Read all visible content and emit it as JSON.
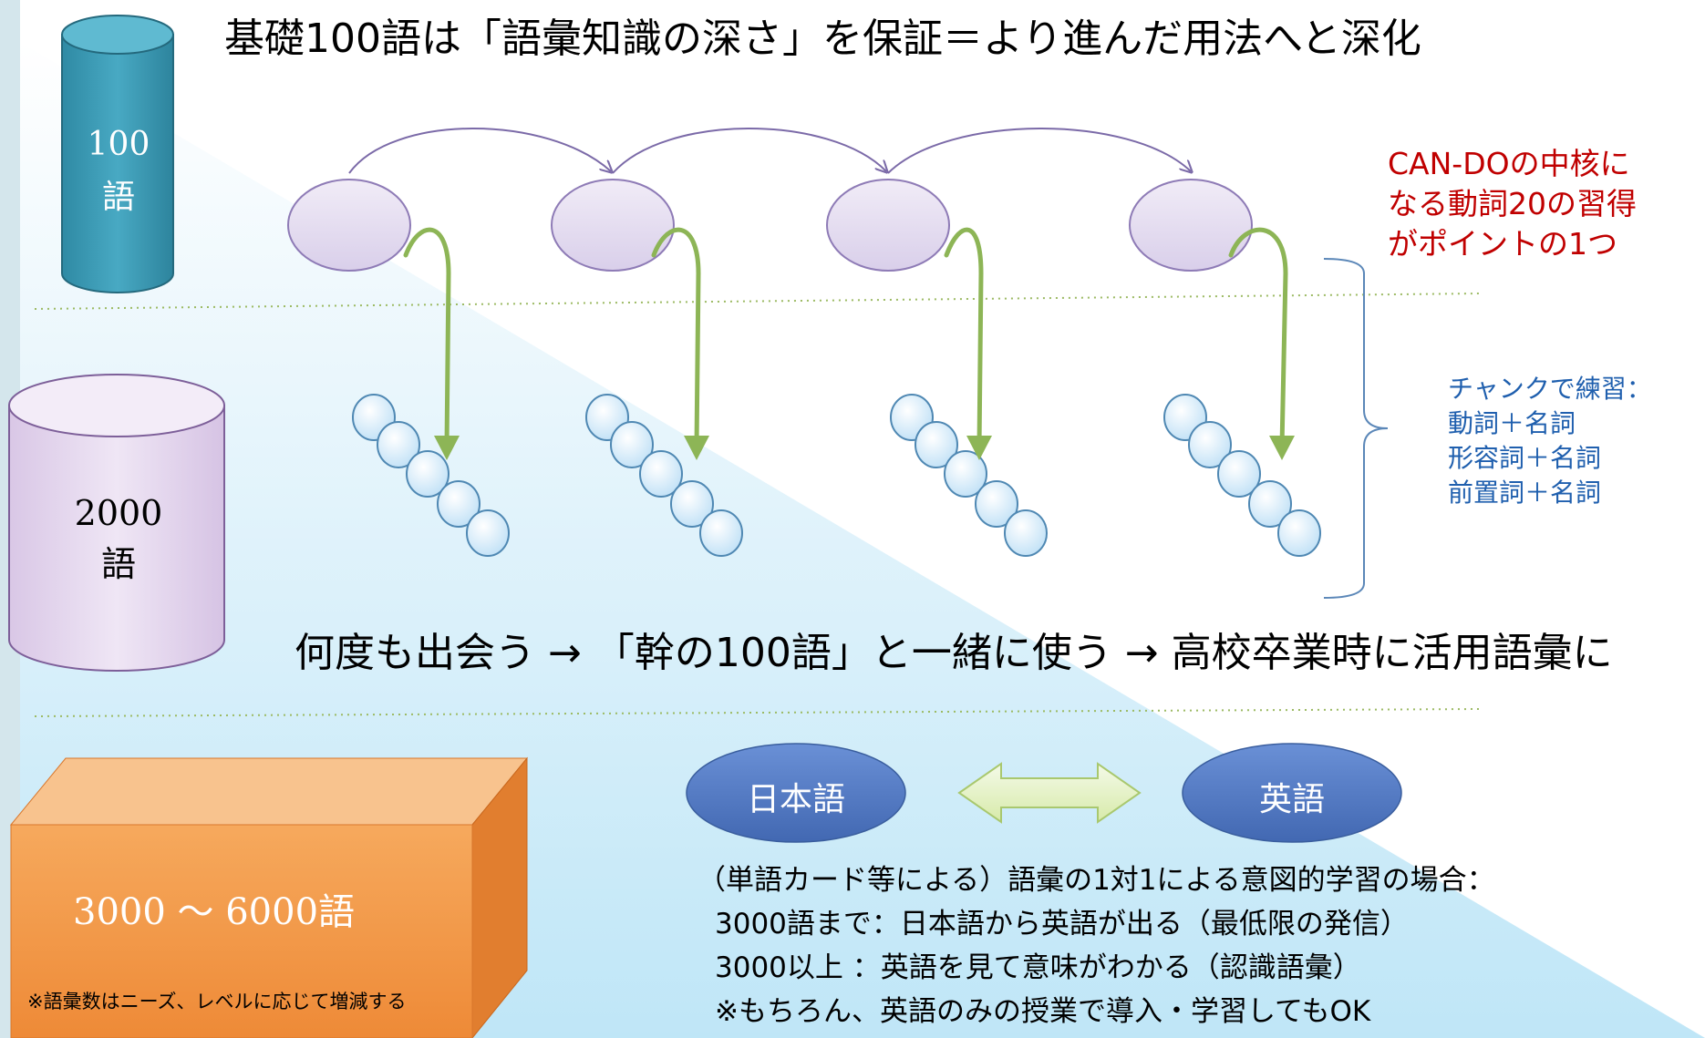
{
  "title": "基礎100語は「語彙知識の深さ」を保証＝より進んだ用法へと深化",
  "cylinders": {
    "small": {
      "number": "100",
      "unit": "語"
    },
    "large": {
      "number": "2000",
      "unit": "語"
    }
  },
  "box": {
    "label": "3000 ～ 6000語",
    "note": "※語彙数はニーズ、レベルに応じて増減する"
  },
  "cando_note": [
    "CAN-DOの中核に",
    "なる動詞20の習得",
    "がポイントの1つ"
  ],
  "chunk_note": [
    "チャンクで練習：",
    "動詞＋名詞",
    "形容詞＋名詞",
    "前置詞＋名詞"
  ],
  "flow_text": "何度も出会う → 「幹の100語」と一緒に使う → 高校卒業時に活用語彙に",
  "language_pair": {
    "left": "日本語",
    "right": "英語"
  },
  "intentional_learning": {
    "lead": "（単語カード等による）語彙の1対1による意図的学習の場合：",
    "lines": [
      "3000語まで：日本語から英語が出る（最低限の発信）",
      "3000以上  ：英語を見て意味がわかる（認識語彙）",
      "※もちろん、英語のみの授業で導入・学習してもOK"
    ]
  },
  "colors": {
    "cyl_small": "#3a9bb5",
    "cyl_large": "#e4d6ee",
    "box": "#f29a4a",
    "oval": "#e6dff1",
    "bead": "#d7ecfa",
    "arrow": "#8db556",
    "lang_ellipse": "#4f78c4",
    "cando": "#c00000",
    "chunk": "#1f5fae"
  }
}
